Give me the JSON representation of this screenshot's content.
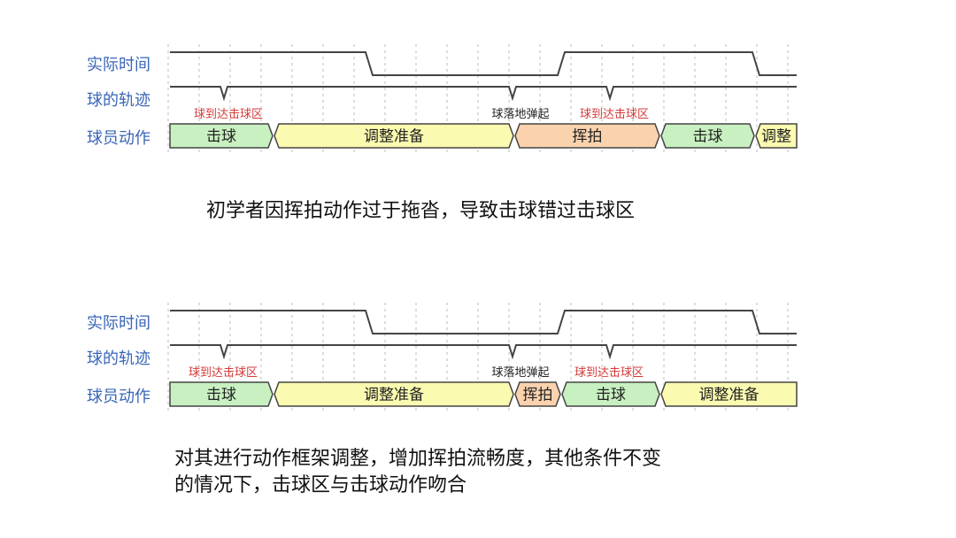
{
  "colors": {
    "row_label": "#3a66b8",
    "event_red": "#d63a3a",
    "event_black": "#222222",
    "signal": "#444444",
    "grid": "#bbbbbb",
    "hit": "#c8f0c0",
    "prepare": "#fafab0",
    "swing": "#fad2ae"
  },
  "diagrams": [
    {
      "rows": [
        "实际时间",
        "球的轨迹",
        "球员动作"
      ],
      "events": [
        "球到达击球区",
        "球落地弹起",
        "球到达击球区"
      ],
      "actions": [
        "击球",
        "调整准备",
        "挥拍",
        "击球",
        "调整"
      ],
      "caption": "初学者因挥拍动作过于拖沓，导致击球错过击球区"
    },
    {
      "rows": [
        "实际时间",
        "球的轨迹",
        "球员动作"
      ],
      "events": [
        "球到达击球区",
        "球落地弹起",
        "球到达击球区"
      ],
      "actions": [
        "击球",
        "调整准备",
        "挥拍",
        "击球",
        "调整准备"
      ],
      "caption_lines": [
        "对其进行动作框架调整，增加挥拍流畅度，其他条件不变",
        "的情况下，击球区与击球动作吻合"
      ]
    }
  ]
}
